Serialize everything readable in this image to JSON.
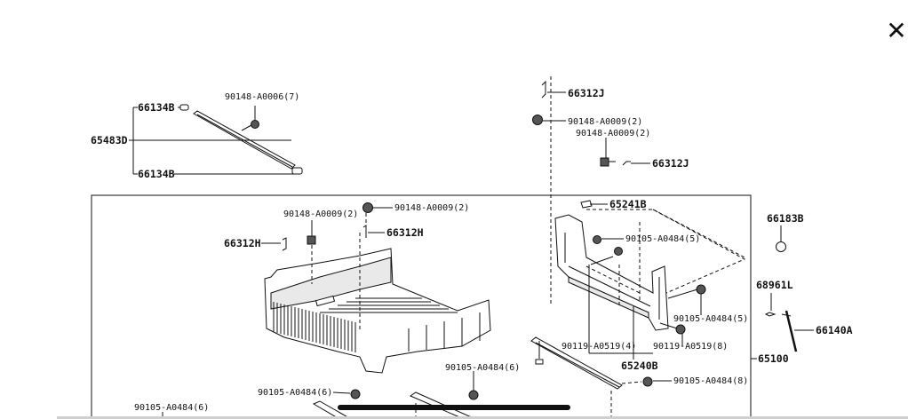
{
  "close_icon": "close-icon",
  "labels": {
    "l66134B_top": "66134B",
    "l90148_A0006": "90148-A0006(7)",
    "l65483D": "65483D",
    "l66134B_bot": "66134B",
    "l66312J_top": "66312J",
    "l90148_A0009_a": "90148-A0009(2)",
    "l90148_A0009_b": "90148-A0009(2)",
    "l66312J_mid": "66312J",
    "l65241B": "65241B",
    "l90148_A0009_c": "90148-A0009(2)",
    "l90148_A0009_d": "90148-A0009(2)",
    "l66312H_left": "66312H",
    "l66312H_right": "66312H",
    "l90105_A0484_5a": "90105-A0484(5)",
    "l66183B": "66183B",
    "l68961L": "68961L",
    "l90105_A0484_5b": "90105-A0484(5)",
    "l66140A": "66140A",
    "l90119_A0519_4": "90119-A0519(4)",
    "l90119_A0519_8": "90119-A0519(8)",
    "l65100": "65100",
    "l65240B": "65240B",
    "l90105_A0484_6a": "90105-A0484(6)",
    "l90105_A0484_6b": "90105-A0484(6)",
    "l90105_A0484_8": "90105-A0484(8)",
    "l90105_A0484_6c": "90105-A0484(6)"
  }
}
